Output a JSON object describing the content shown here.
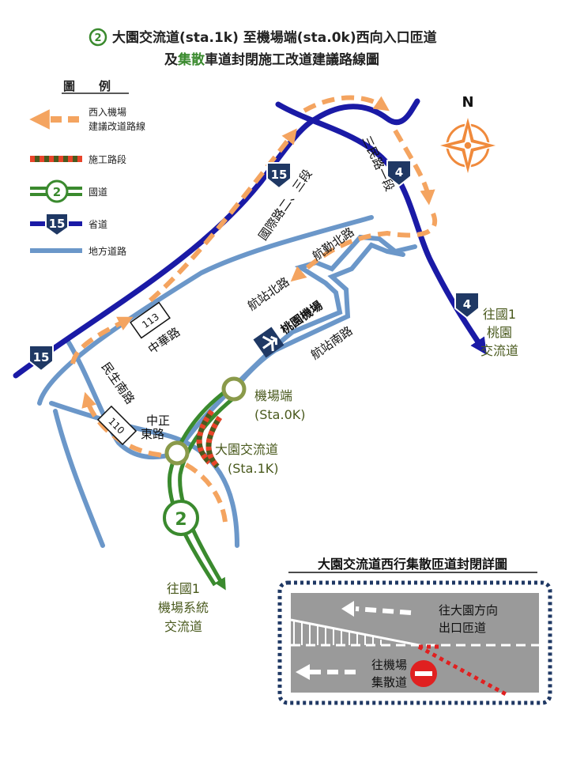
{
  "title": {
    "badge": "2",
    "line1": "大園交流道(sta.1k) 至機場端(sta.0k)西向入口匝道",
    "line2_part1": "及",
    "line2_green": "集散",
    "line2_part2": "車道封閉施工改道建議路線圖"
  },
  "compass": {
    "label": "N"
  },
  "legend": {
    "title": "圖　　例",
    "detour_label_line1": "西入機場",
    "detour_label_line2": "建議改道路線",
    "construction_label": "施工路段",
    "national_label": "國道",
    "national_num": "2",
    "provincial_label": "省道",
    "provincial_num": "15",
    "local_label": "地方道路"
  },
  "shields": {
    "prov15_a": "15",
    "prov15_b": "15",
    "prov4_a": "4",
    "prov4_b": "4",
    "nat2": "2",
    "county113": "113",
    "county110": "110"
  },
  "roads": {
    "guoji": "國際路二、三段",
    "sanmin": "三民路一段",
    "hangqin": "航勤北路",
    "hangzhan_n": "航站北路",
    "airport": "桃園機場",
    "hangzhan_s": "航站南路",
    "zhonghua": "中華路",
    "minsheng": "民生南路",
    "zhongzheng_1": "中正",
    "zhongzheng_2": "東路"
  },
  "points": {
    "airport_end_1": "機場端",
    "airport_end_2": "(Sta.0K)",
    "dayuan_1": "大園交流道",
    "dayuan_2": "(Sta.1K)"
  },
  "destinations": {
    "taoyuan_1": "往國1",
    "taoyuan_2": "桃園",
    "taoyuan_3": "交流道",
    "system_1": "往國1",
    "system_2": "機場系統",
    "system_3": "交流道"
  },
  "inset": {
    "title": "大園交流道西行集散匝道封閉詳圖",
    "exit_1": "往大園方向",
    "exit_2": "出口匝道",
    "cd_1": "往機場",
    "cd_2": "集散道"
  },
  "colors": {
    "detour": "#f4a460",
    "provincial": "#1a1aa6",
    "local": "#6b97c9",
    "national": "#3a8a2e",
    "construction_red": "#e8442a",
    "construction_dark": "#4a5a1e",
    "inset_border": "#1f3864",
    "inset_bg": "#9a9a9a"
  }
}
